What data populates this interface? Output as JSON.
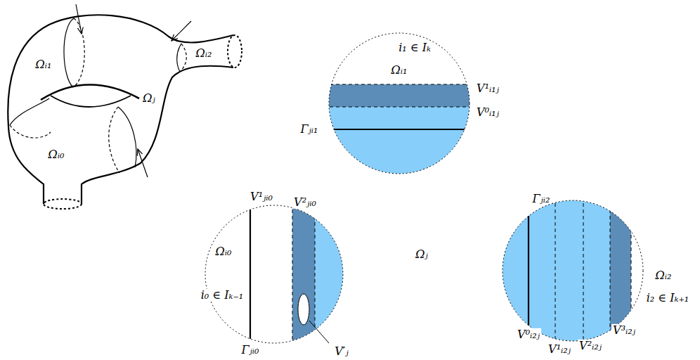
{
  "diagram": {
    "nodes": [
      {
        "text": [
          "i₁ ∈ Iₖ",
          "Ωᵢ₁",
          "V¹ᵢ₁ⱼ",
          "V⁰ᵢ₁ⱼ"
        ]
      },
      {
        "text": [
          "V¹ⱼᵢ₀",
          "V²ⱼᵢ₀",
          "Ωᵢ₀",
          "i₀ ∈ Iₖ₋₁",
          "Γⱼᵢ₀"
        ]
      },
      {
        "text": [
          "Γⱼᵢ₂",
          "Ωᵢ₂",
          "i₂ ∈ Iₖ₊₁",
          "V⁰ᵢ₂ⱼ",
          "V¹ᵢ₂ⱼ",
          "V²ᵢ₂ⱼ",
          "V³ᵢ₂ⱼ"
        ]
      }
    ],
    "labels": [
      "Ωᵢ₁",
      "Ωⱼ",
      "Ωᵢ₂",
      "Ωᵢ₀",
      "Γⱼᵢ₁",
      "V′ⱼ",
      "Ωⱼ"
    ]
  }
}
